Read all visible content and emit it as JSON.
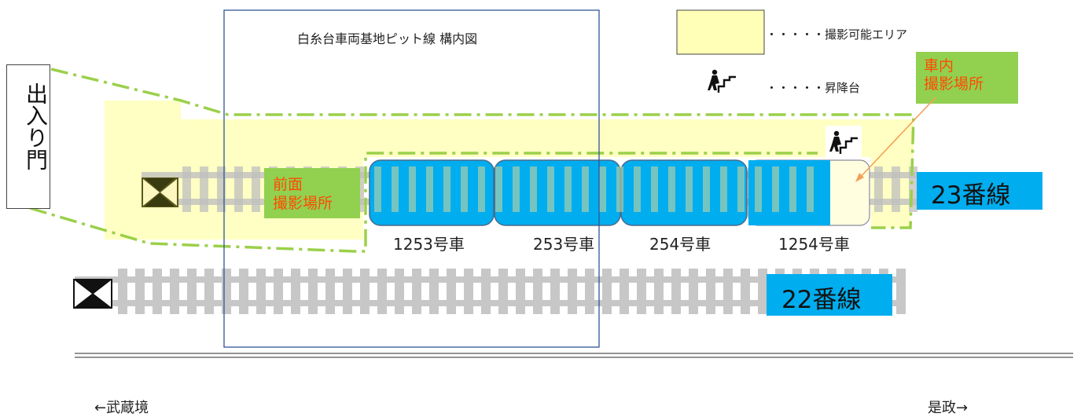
{
  "title": "白糸台車両基地ピット線  構内図",
  "legend": {
    "area_text": "・・・・・撮影可能エリア",
    "stairs_text": "・・・・・昇降台",
    "area_icon": "yellow-area-swatch",
    "stairs_icon": "stairs-icon"
  },
  "gate": {
    "label": "出入り門"
  },
  "spots": {
    "front_line1": "前面",
    "front_line2": "撮影場所",
    "inside_line1": "車内",
    "inside_line2": "撮影場所"
  },
  "cars": [
    {
      "label": "1253号車"
    },
    {
      "label": "253号車"
    },
    {
      "label": "254号車"
    },
    {
      "label": "1254号車"
    }
  ],
  "tracks": [
    {
      "label": "23番線"
    },
    {
      "label": "22番線"
    }
  ],
  "directions": {
    "left": "←武蔵境",
    "right": "是政→"
  },
  "colors": {
    "car": "#00adef",
    "area": "#ffffb8",
    "dash": "#9bd04a",
    "label_bg": "#92d050",
    "accent": "#ff4a00",
    "rail": "#bfbfbf",
    "frame": "#2f5597"
  }
}
